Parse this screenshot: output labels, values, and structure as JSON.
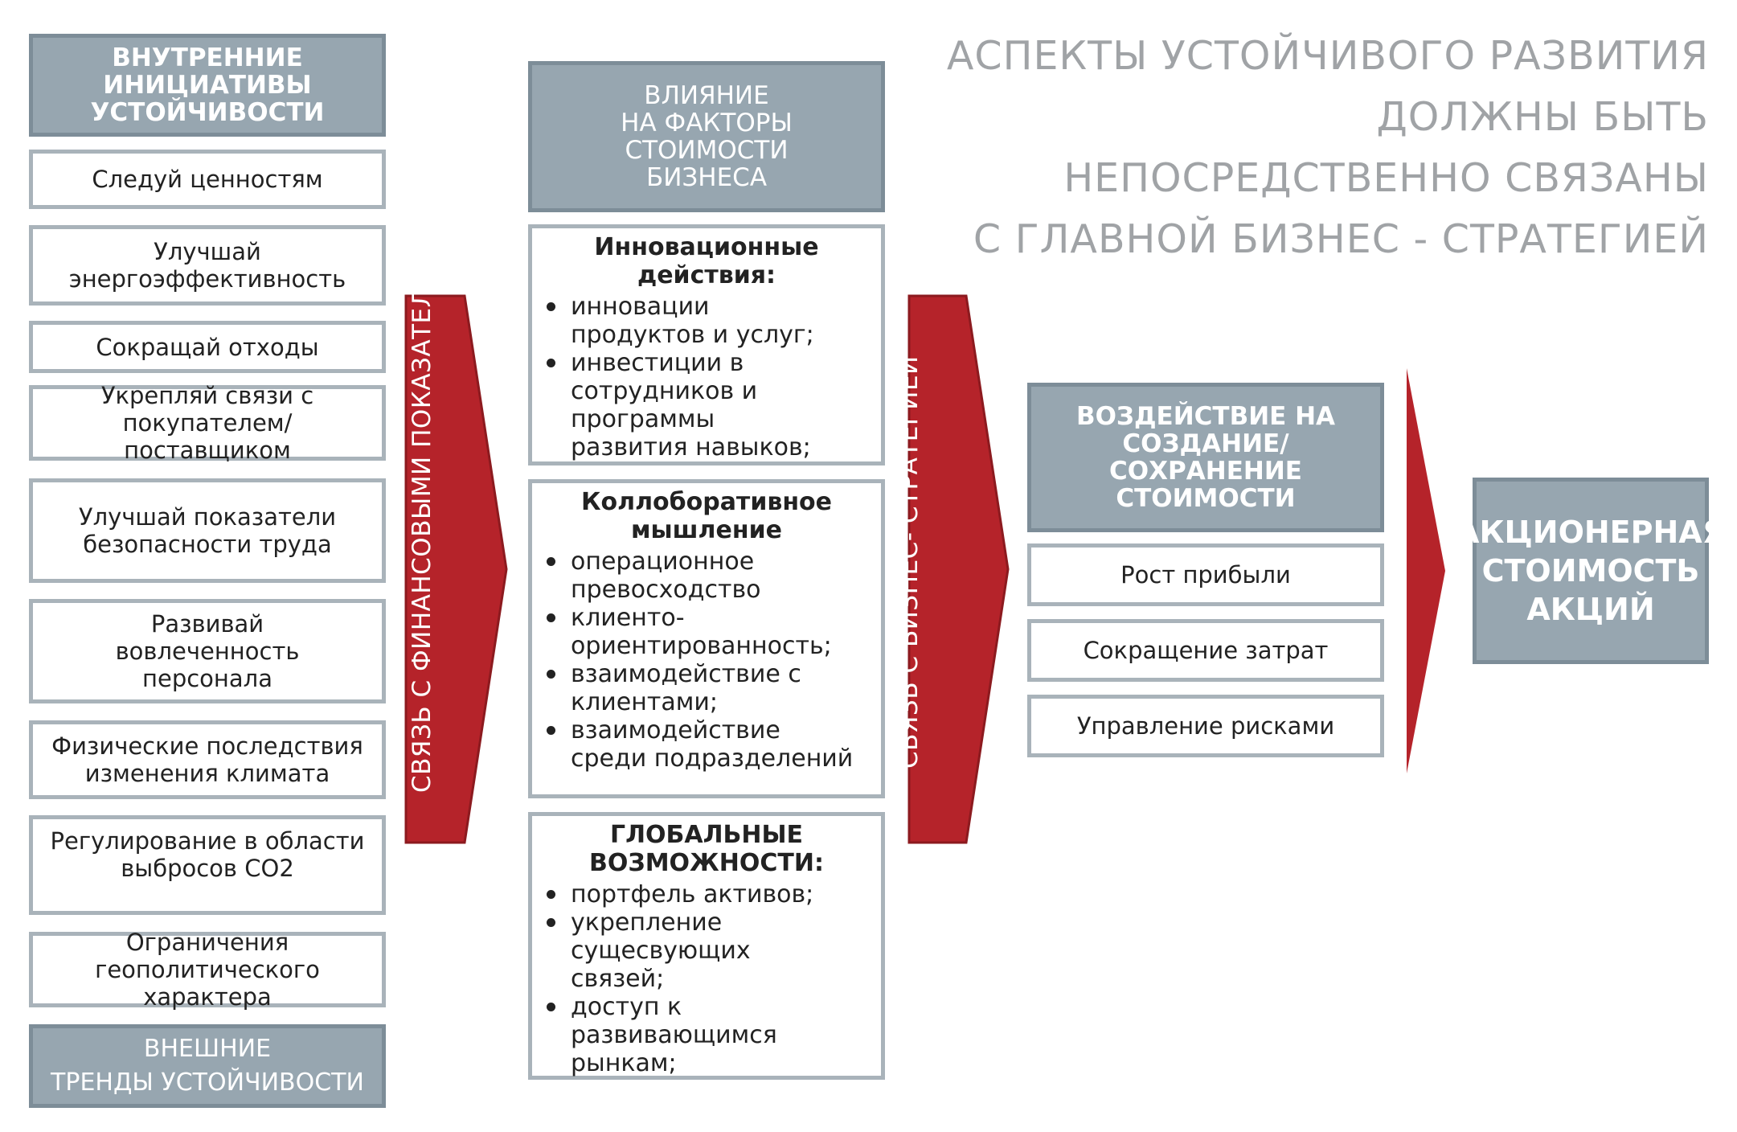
{
  "title": {
    "lines": [
      "АСПЕКТЫ УСТОЙЧИВОГО РАЗВИТИЯ",
      "ДОЛЖНЫ БЫТЬ",
      "НЕПОСРЕДСТВЕННО СВЯЗАНЫ",
      "С ГЛАВНОЙ БИЗНЕС - СТРАТЕГИЕЙ"
    ]
  },
  "left_column": {
    "header": "ВНУТРЕННИЕ\nИНИЦИАТИВЫ\nУСТОЙЧИВОСТИ",
    "items": [
      "Следуй ценностям",
      "Улучшай\nэнергоэффективность",
      "Сокращай отходы",
      "Укрепляй связи с\nпокупателем/ поставщиком",
      "Улучшай показатели\nбезопасности труда",
      "Развивай\nвовлеченность\nперсонала",
      "Физические последствия\nизменения климата",
      "Регулирование в области\nвыбросов СО2",
      "Ограничения\nгеополитического характера"
    ],
    "footer": "ВНЕШНИЕ\nТРЕНДЫ УСТОЙЧИВОСТИ"
  },
  "arrow_financial": {
    "label": "СВЯЗЬ С ФИНАНСОВЫМИ ПОКАЗАТЕЛЯМИ"
  },
  "middle_column": {
    "header": "ВЛИЯНИЕ\nНА ФАКТОРЫ\nСТОИМОСТИ\nБИЗНЕСА",
    "groups": [
      {
        "title": "Инновационные\nдействия:",
        "bullets": [
          "инновации\nпродуктов и услуг;",
          "инвестиции в\nсотрудников и\nпрограммы\nразвития навыков;"
        ]
      },
      {
        "title": "Коллоборативное\nмышление",
        "bullets": [
          "операционное\nпревосходство",
          "клиенто-\nориентированность;",
          "взаимодействие с\nклиентами;",
          "взаимодействие\nсреди подразделений"
        ]
      },
      {
        "title": "ГЛОБАЛЬНЫЕ\nВОЗМОЖНОСТИ:",
        "bullets": [
          "портфель активов;",
          "укрепление\nсущесвующих\nсвязей;",
          "доступ к\nразвивающимся\nрынкам;"
        ]
      }
    ]
  },
  "arrow_strategy": {
    "label": "СВЯЗЬ С БИЗНЕС- СТРАТЕГИЕЙ"
  },
  "value_column": {
    "header": "ВОЗДЕЙСТВИЕ НА\nСОЗДАНИЕ/\nСОХРАНЕНИЕ\nСТОИМОСТИ",
    "items": [
      "Рост прибыли",
      "Сокращение затрат",
      "Управление рисками"
    ]
  },
  "result": {
    "label": "АКЦИОНЕРНАЯ\nСТОИМОСТЬ\nАКЦИЙ"
  },
  "colors": {
    "header_fill": "#97a6b0",
    "border": "#a9b3ba",
    "arrow_red": "#b5232a",
    "title_gray": "#a0a3a6"
  }
}
